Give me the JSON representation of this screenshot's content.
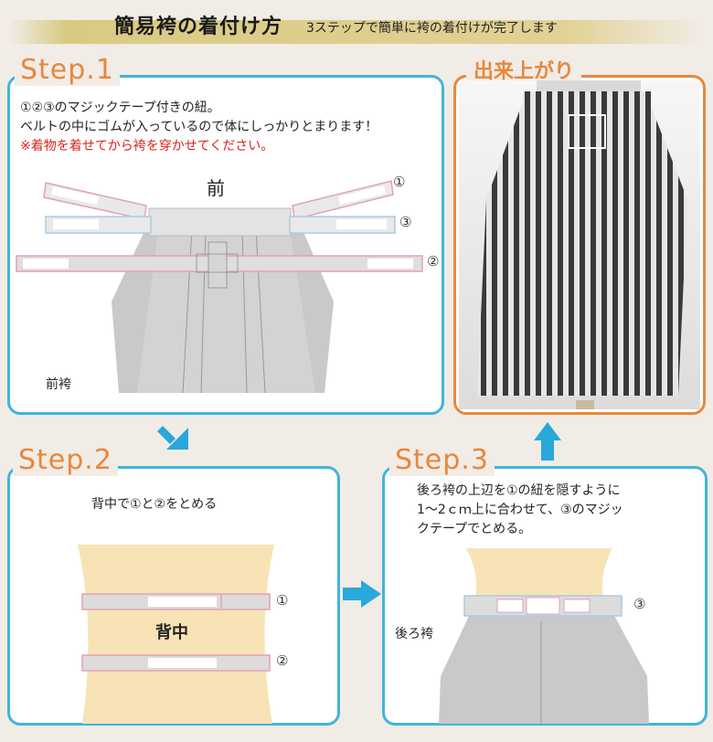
{
  "header": {
    "title": "簡易袴の着付け方",
    "subtitle": "3ステップで簡単に袴の着付けが完了します"
  },
  "step1": {
    "label": "Step.1",
    "line1": "①②③のマジックテープ付きの紐。",
    "line2": "ベルトの中にゴムが入っているので体にしっかりとまります！",
    "warning": "※着物を着せてから袴を穿かせてください。",
    "front_label": "前",
    "hakama_label": "前袴",
    "marker1": "①",
    "marker2": "②",
    "marker3": "③"
  },
  "result": {
    "label": "出来上がり"
  },
  "step2": {
    "label": "Step.2",
    "text": "背中で①と②をとめる",
    "back_label": "背中",
    "marker1": "①",
    "marker2": "②"
  },
  "step3": {
    "label": "Step.3",
    "line1": "後ろ袴の上辺を①の紐を隠すように",
    "line2": "1～2ｃｍ上に合わせて、③のマジッ",
    "line3": "クテープでとめる。",
    "hakama_label": "後ろ袴",
    "marker3": "③"
  },
  "colors": {
    "panel_border": "#3fb5dc",
    "step_label": "#e8873b",
    "result_border": "#e8873b",
    "warning": "#d8241c",
    "arrow": "#29a8db",
    "strap_blue": "#a8cde0",
    "strap_pink": "#e4a1b4"
  }
}
